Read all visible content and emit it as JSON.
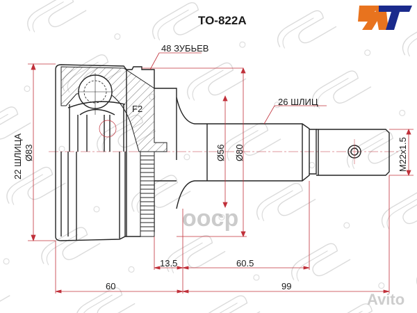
{
  "drawing": {
    "part_number": "TO-822A",
    "labels": {
      "teeth": "48 ЗУБЬЕВ",
      "outer_splines": "26 ШЛИЦ",
      "inner_splines_dia": "22 ШЛИЦА",
      "outer_diameter": "Ø83",
      "seal_diameter": "Ø56",
      "flange_diameter": "Ø80",
      "thread": "M22x1.5",
      "bearing_mark": "F2"
    },
    "dimensions": {
      "abs_to_shoulder": "13.5",
      "shoulder_to_end_spline": "60.5",
      "body_length": "60",
      "shaft_length": "99"
    }
  },
  "brand": {
    "logo_text": "AT",
    "logo_colors": {
      "primary": "#E8731E",
      "secondary": "#1A2A8C"
    },
    "watermark": "SAT"
  },
  "overlay": {
    "site_watermark": "Avito",
    "shop_watermark": "oocp"
  },
  "colors": {
    "line": "#222222",
    "dimension": "#C0303A",
    "watermark": "#cfcfcf"
  }
}
